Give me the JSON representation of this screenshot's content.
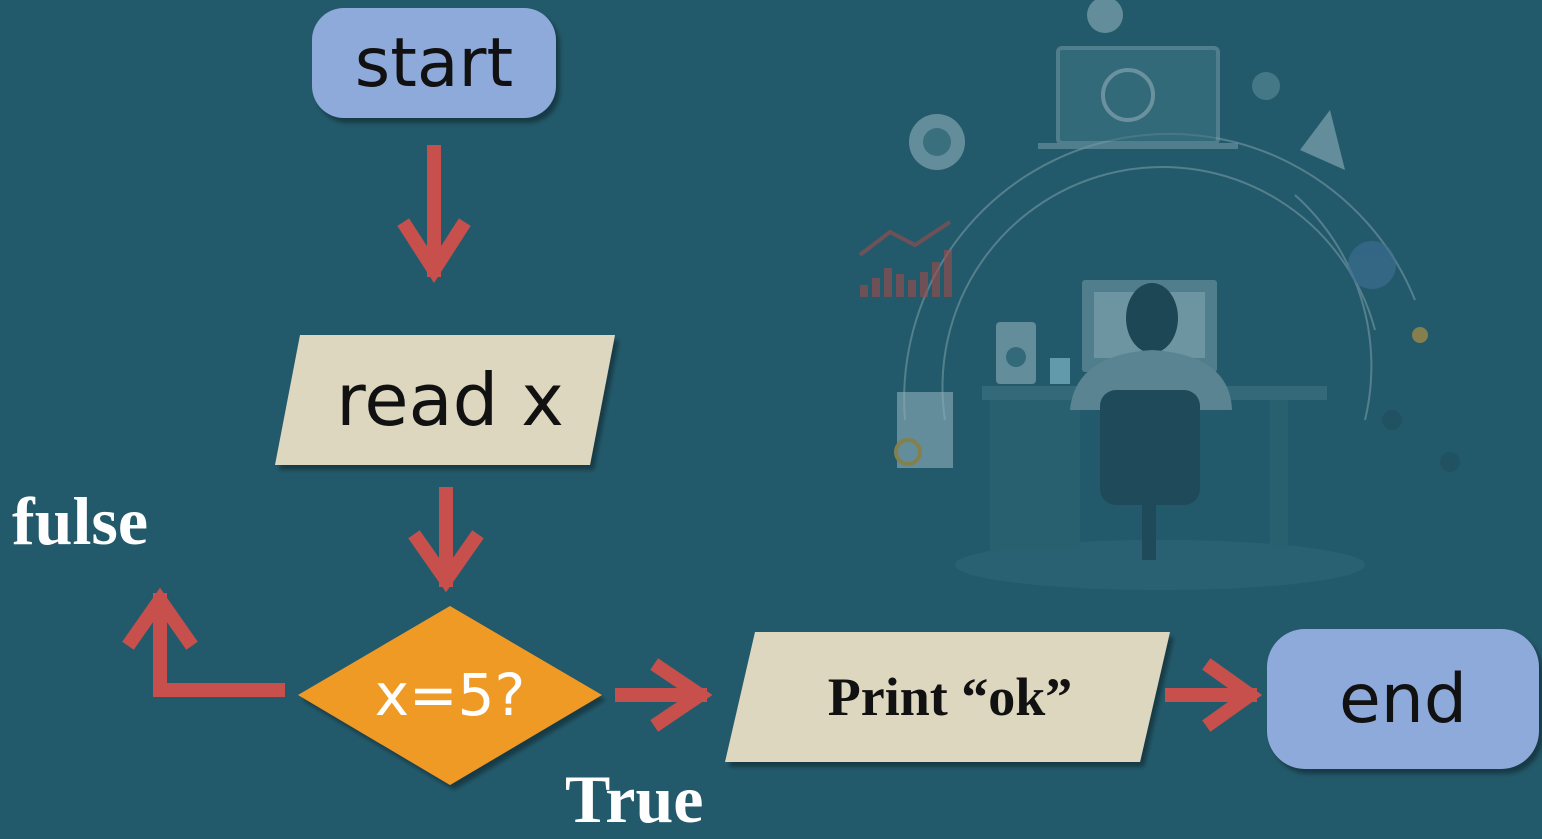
{
  "flowchart": {
    "start": "start",
    "input": "read x",
    "decision": "x=5?",
    "output": "Print “ok”",
    "end": "end",
    "branch_false": "fulse",
    "branch_true": "True"
  },
  "colors": {
    "background": "#235a6b",
    "terminal_fill": "#8eaadb",
    "parallelogram_fill": "#ddd7c0",
    "decision_fill": "#f09a28",
    "arrow": "#c8504c"
  },
  "illustration": {
    "subject": "person working at desk with computer, surrounded by business icons"
  }
}
